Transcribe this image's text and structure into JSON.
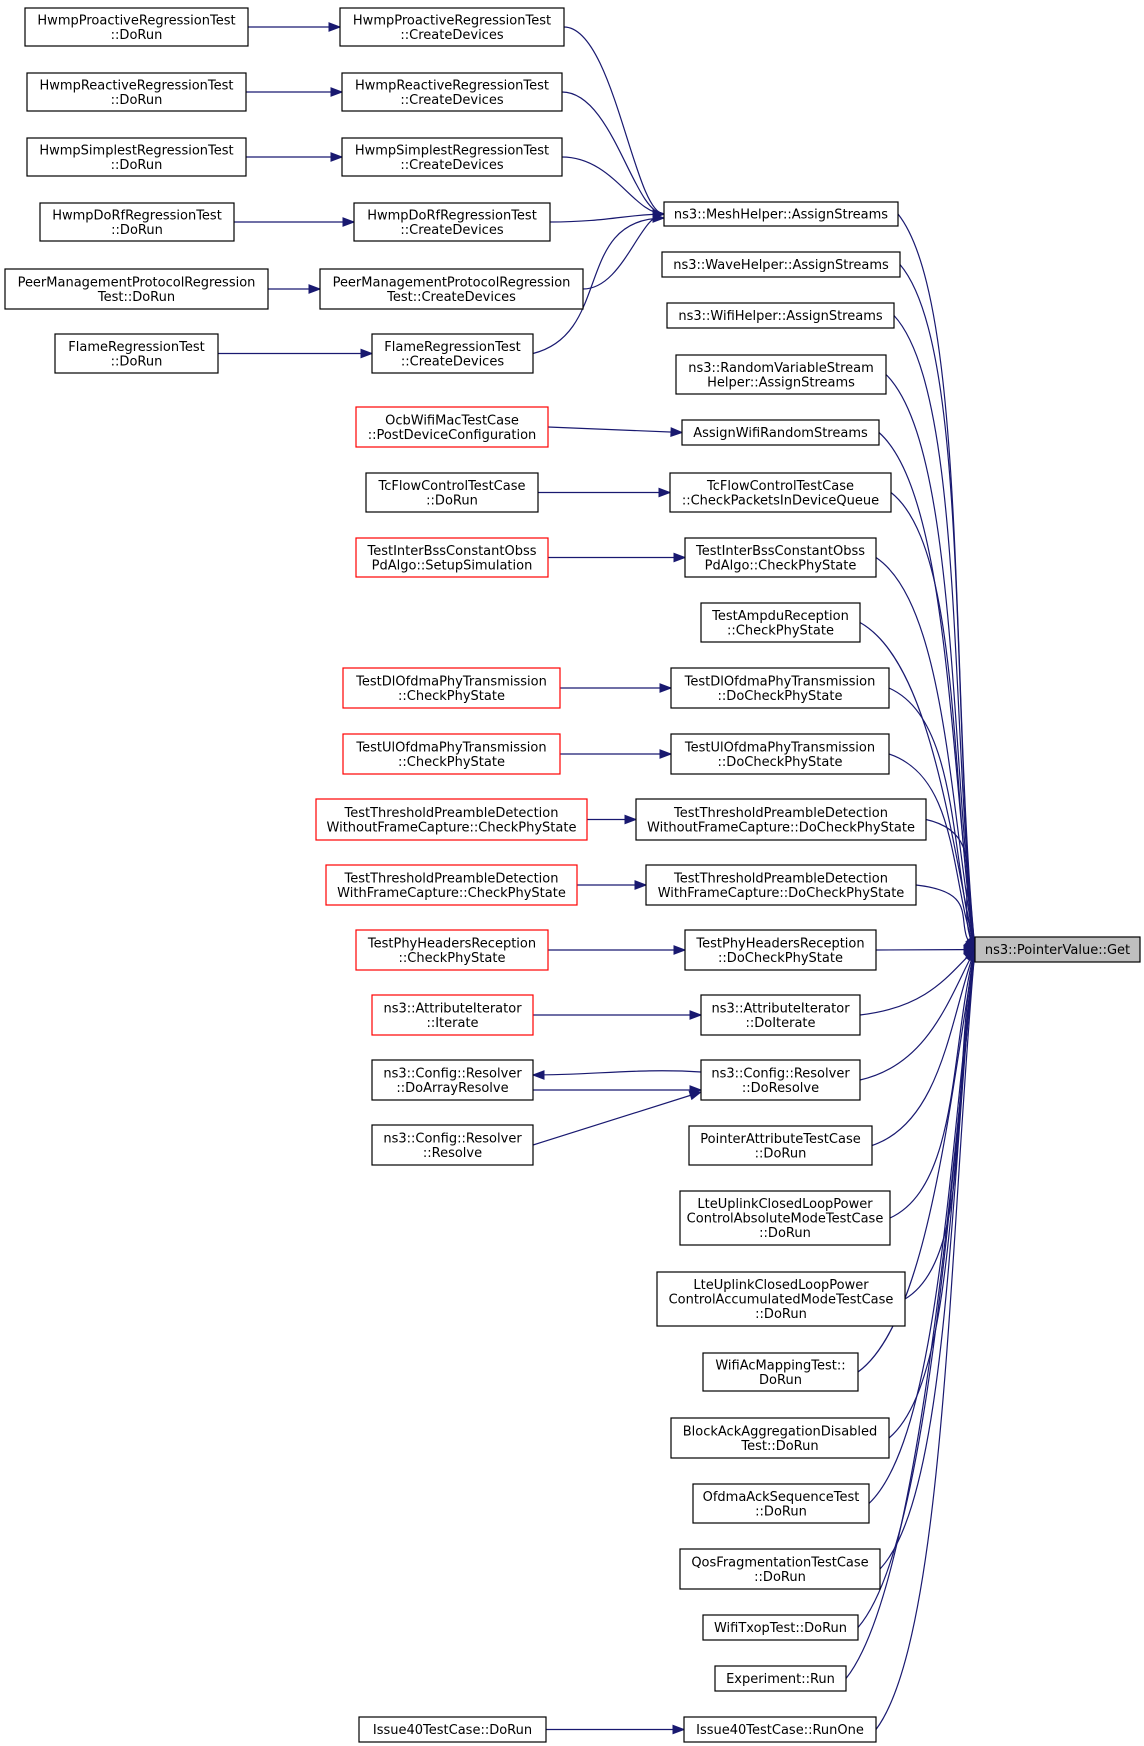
{
  "diagram": {
    "target": {
      "id": "ptr",
      "lines": [
        "ns3::PointerValue::Get"
      ]
    },
    "nodes": [
      {
        "id": "hpr_d",
        "lines": [
          "HwmpProactiveRegressionTest",
          "::DoRun"
        ],
        "style": "normal"
      },
      {
        "id": "hpr_c",
        "lines": [
          "HwmpProactiveRegressionTest",
          "::CreateDevices"
        ],
        "style": "normal"
      },
      {
        "id": "hrr_d",
        "lines": [
          "HwmpReactiveRegressionTest",
          "::DoRun"
        ],
        "style": "normal"
      },
      {
        "id": "hrr_c",
        "lines": [
          "HwmpReactiveRegressionTest",
          "::CreateDevices"
        ],
        "style": "normal"
      },
      {
        "id": "hsr_d",
        "lines": [
          "HwmpSimplestRegressionTest",
          "::DoRun"
        ],
        "style": "normal"
      },
      {
        "id": "hsr_c",
        "lines": [
          "HwmpSimplestRegressionTest",
          "::CreateDevices"
        ],
        "style": "normal"
      },
      {
        "id": "hdr_d",
        "lines": [
          "HwmpDoRfRegressionTest",
          "::DoRun"
        ],
        "style": "normal"
      },
      {
        "id": "hdr_c",
        "lines": [
          "HwmpDoRfRegressionTest",
          "::CreateDevices"
        ],
        "style": "normal"
      },
      {
        "id": "pmp_d",
        "lines": [
          "PeerManagementProtocolRegression",
          "Test::DoRun"
        ],
        "style": "normal"
      },
      {
        "id": "pmp_c",
        "lines": [
          "PeerManagementProtocolRegression",
          "Test::CreateDevices"
        ],
        "style": "normal"
      },
      {
        "id": "fr_d",
        "lines": [
          "FlameRegressionTest",
          "::DoRun"
        ],
        "style": "normal"
      },
      {
        "id": "fr_c",
        "lines": [
          "FlameRegressionTest",
          "::CreateDevices"
        ],
        "style": "normal"
      },
      {
        "id": "mesh",
        "lines": [
          "ns3::MeshHelper::AssignStreams"
        ],
        "style": "normal"
      },
      {
        "id": "wave",
        "lines": [
          "ns3::WaveHelper::AssignStreams"
        ],
        "style": "normal"
      },
      {
        "id": "wifi",
        "lines": [
          "ns3::WifiHelper::AssignStreams"
        ],
        "style": "normal"
      },
      {
        "id": "rvs",
        "lines": [
          "ns3::RandomVariableStream",
          "Helper::AssignStreams"
        ],
        "style": "normal"
      },
      {
        "id": "ocb",
        "lines": [
          "OcbWifiMacTestCase",
          "::PostDeviceConfiguration"
        ],
        "style": "red"
      },
      {
        "id": "awrs",
        "lines": [
          "AssignWifiRandomStreams"
        ],
        "style": "normal"
      },
      {
        "id": "tfc_d",
        "lines": [
          "TcFlowControlTestCase",
          "::DoRun"
        ],
        "style": "normal"
      },
      {
        "id": "tfc_c",
        "lines": [
          "TcFlowControlTestCase",
          "::CheckPacketsInDeviceQueue"
        ],
        "style": "normal"
      },
      {
        "id": "tib_s",
        "lines": [
          "TestInterBssConstantObss",
          "PdAlgo::SetupSimulation"
        ],
        "style": "red"
      },
      {
        "id": "tib_c",
        "lines": [
          "TestInterBssConstantObss",
          "PdAlgo::CheckPhyState"
        ],
        "style": "normal"
      },
      {
        "id": "tar",
        "lines": [
          "TestAmpduReception",
          "::CheckPhyState"
        ],
        "style": "normal"
      },
      {
        "id": "tdl_c",
        "lines": [
          "TestDlOfdmaPhyTransmission",
          "::CheckPhyState"
        ],
        "style": "red"
      },
      {
        "id": "tdl_d",
        "lines": [
          "TestDlOfdmaPhyTransmission",
          "::DoCheckPhyState"
        ],
        "style": "normal"
      },
      {
        "id": "tul_c",
        "lines": [
          "TestUlOfdmaPhyTransmission",
          "::CheckPhyState"
        ],
        "style": "red"
      },
      {
        "id": "tul_d",
        "lines": [
          "TestUlOfdmaPhyTransmission",
          "::DoCheckPhyState"
        ],
        "style": "normal"
      },
      {
        "id": "tpwo_c",
        "lines": [
          "TestThresholdPreambleDetection",
          "WithoutFrameCapture::CheckPhyState"
        ],
        "style": "red"
      },
      {
        "id": "tpwo_d",
        "lines": [
          "TestThresholdPreambleDetection",
          "WithoutFrameCapture::DoCheckPhyState"
        ],
        "style": "normal"
      },
      {
        "id": "tpw_c",
        "lines": [
          "TestThresholdPreambleDetection",
          "WithFrameCapture::CheckPhyState"
        ],
        "style": "red"
      },
      {
        "id": "tpw_d",
        "lines": [
          "TestThresholdPreambleDetection",
          "WithFrameCapture::DoCheckPhyState"
        ],
        "style": "normal"
      },
      {
        "id": "thr_c",
        "lines": [
          "TestPhyHeadersReception",
          "::CheckPhyState"
        ],
        "style": "red"
      },
      {
        "id": "thr_d",
        "lines": [
          "TestPhyHeadersReception",
          "::DoCheckPhyState"
        ],
        "style": "normal"
      },
      {
        "id": "ai_i",
        "lines": [
          "ns3::AttributeIterator",
          "::Iterate"
        ],
        "style": "red"
      },
      {
        "id": "ai_d",
        "lines": [
          "ns3::AttributeIterator",
          "::DoIterate"
        ],
        "style": "normal"
      },
      {
        "id": "cr_ar",
        "lines": [
          "ns3::Config::Resolver",
          "::DoArrayResolve"
        ],
        "style": "normal"
      },
      {
        "id": "cr_dr",
        "lines": [
          "ns3::Config::Resolver",
          "::DoResolve"
        ],
        "style": "normal"
      },
      {
        "id": "cr_r",
        "lines": [
          "ns3::Config::Resolver",
          "::Resolve"
        ],
        "style": "normal"
      },
      {
        "id": "patc",
        "lines": [
          "PointerAttributeTestCase",
          "::DoRun"
        ],
        "style": "normal"
      },
      {
        "id": "lte_a",
        "lines": [
          "LteUplinkClosedLoopPower",
          "ControlAbsoluteModeTestCase",
          "::DoRun"
        ],
        "style": "normal"
      },
      {
        "id": "lte_c",
        "lines": [
          "LteUplinkClosedLoopPower",
          "ControlAccumulatedModeTestCase",
          "::DoRun"
        ],
        "style": "normal"
      },
      {
        "id": "wacm",
        "lines": [
          "WifiAcMappingTest::",
          "DoRun"
        ],
        "style": "normal"
      },
      {
        "id": "bad",
        "lines": [
          "BlockAckAggregationDisabled",
          "Test::DoRun"
        ],
        "style": "normal"
      },
      {
        "id": "oas",
        "lines": [
          "OfdmaAckSequenceTest",
          "::DoRun"
        ],
        "style": "normal"
      },
      {
        "id": "qft",
        "lines": [
          "QosFragmentationTestCase",
          "::DoRun"
        ],
        "style": "normal"
      },
      {
        "id": "wtt",
        "lines": [
          "WifiTxopTest::DoRun"
        ],
        "style": "normal"
      },
      {
        "id": "exp",
        "lines": [
          "Experiment::Run"
        ],
        "style": "normal"
      },
      {
        "id": "i40_d",
        "lines": [
          "Issue40TestCase::DoRun"
        ],
        "style": "normal"
      },
      {
        "id": "i40_r",
        "lines": [
          "Issue40TestCase::RunOne"
        ],
        "style": "normal"
      }
    ],
    "edges": [
      {
        "from": "hpr_d",
        "to": "hpr_c"
      },
      {
        "from": "hrr_d",
        "to": "hrr_c"
      },
      {
        "from": "hsr_d",
        "to": "hsr_c"
      },
      {
        "from": "hdr_d",
        "to": "hdr_c"
      },
      {
        "from": "pmp_d",
        "to": "pmp_c"
      },
      {
        "from": "fr_d",
        "to": "fr_c"
      },
      {
        "from": "hpr_c",
        "to": "mesh"
      },
      {
        "from": "hrr_c",
        "to": "mesh"
      },
      {
        "from": "hsr_c",
        "to": "mesh"
      },
      {
        "from": "hdr_c",
        "to": "mesh"
      },
      {
        "from": "pmp_c",
        "to": "mesh"
      },
      {
        "from": "fr_c",
        "to": "mesh"
      },
      {
        "from": "ocb",
        "to": "awrs"
      },
      {
        "from": "tfc_d",
        "to": "tfc_c"
      },
      {
        "from": "tib_s",
        "to": "tib_c"
      },
      {
        "from": "tdl_c",
        "to": "tdl_d"
      },
      {
        "from": "tul_c",
        "to": "tul_d"
      },
      {
        "from": "tpwo_c",
        "to": "tpwo_d"
      },
      {
        "from": "tpw_c",
        "to": "tpw_d"
      },
      {
        "from": "thr_c",
        "to": "thr_d"
      },
      {
        "from": "ai_i",
        "to": "ai_d"
      },
      {
        "from": "cr_dr",
        "to": "cr_ar"
      },
      {
        "from": "cr_ar",
        "to": "cr_dr"
      },
      {
        "from": "cr_r",
        "to": "cr_dr"
      },
      {
        "from": "i40_d",
        "to": "i40_r"
      },
      {
        "from": "mesh",
        "to": "ptr"
      },
      {
        "from": "wave",
        "to": "ptr"
      },
      {
        "from": "wifi",
        "to": "ptr"
      },
      {
        "from": "rvs",
        "to": "ptr"
      },
      {
        "from": "awrs",
        "to": "ptr"
      },
      {
        "from": "tfc_c",
        "to": "ptr"
      },
      {
        "from": "tib_c",
        "to": "ptr"
      },
      {
        "from": "tar",
        "to": "ptr"
      },
      {
        "from": "tdl_d",
        "to": "ptr"
      },
      {
        "from": "tul_d",
        "to": "ptr"
      },
      {
        "from": "tpwo_d",
        "to": "ptr"
      },
      {
        "from": "tpw_d",
        "to": "ptr"
      },
      {
        "from": "thr_d",
        "to": "ptr"
      },
      {
        "from": "ai_d",
        "to": "ptr"
      },
      {
        "from": "cr_dr",
        "to": "ptr"
      },
      {
        "from": "patc",
        "to": "ptr"
      },
      {
        "from": "lte_a",
        "to": "ptr"
      },
      {
        "from": "lte_c",
        "to": "ptr"
      },
      {
        "from": "wacm",
        "to": "ptr"
      },
      {
        "from": "bad",
        "to": "ptr"
      },
      {
        "from": "oas",
        "to": "ptr"
      },
      {
        "from": "qft",
        "to": "ptr"
      },
      {
        "from": "wtt",
        "to": "ptr"
      },
      {
        "from": "exp",
        "to": "ptr"
      },
      {
        "from": "i40_r",
        "to": "ptr"
      }
    ],
    "colors": {
      "edge": "#191970",
      "node_border": "#000000",
      "unresolved_border": "#ff0000",
      "target_fill": "#bfbfbf",
      "background": "#ffffff"
    }
  }
}
